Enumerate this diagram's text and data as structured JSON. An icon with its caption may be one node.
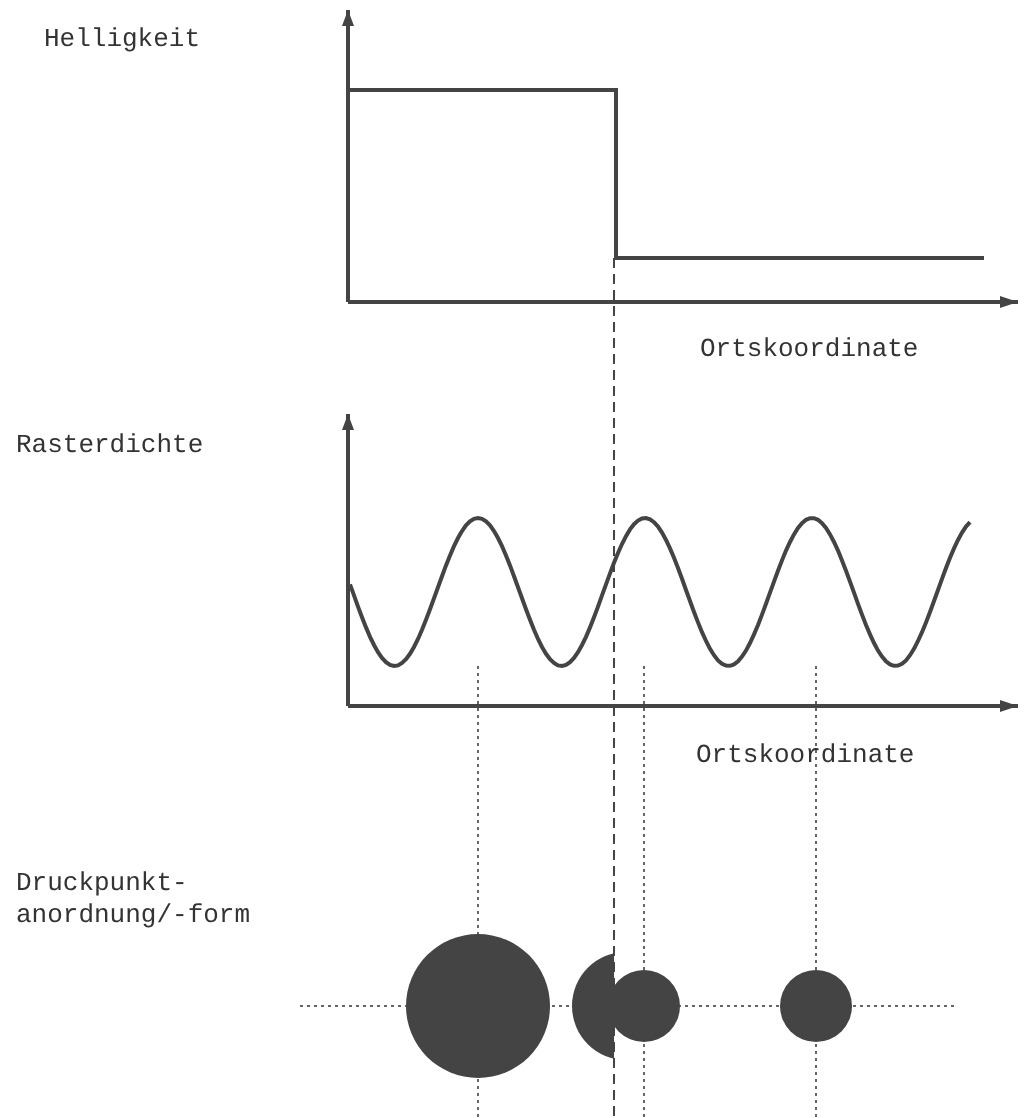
{
  "diagram": {
    "labels": [
      "Helligkeit",
      "Ortskoordinate",
      "Rasterdichte",
      "Ortskoordinate",
      "Druckpunkt- anordnung/-form"
    ]
  }
}
